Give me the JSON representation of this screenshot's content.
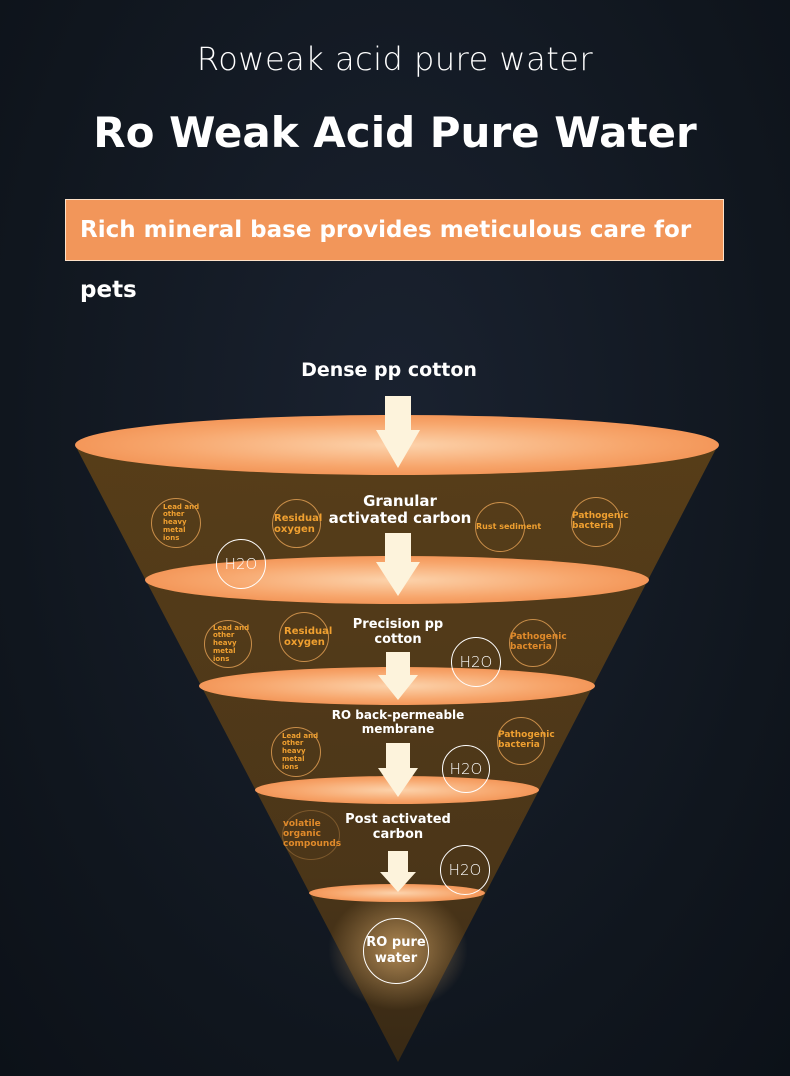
{
  "header": {
    "subtitle": "Roweak acid pure water",
    "title": "Ro Weak Acid Pure Water",
    "banner": "Rich mineral base provides meticulous care for pets"
  },
  "stages": [
    "Dense pp cotton",
    "Granular activated carbon",
    "Precision pp cotton",
    "RO back-permeable membrane",
    "Post activated carbon"
  ],
  "impurities": {
    "lead": "Lead and other heavy metal ions",
    "oxygen": "Residual oxygen",
    "rust": "Rust sediment",
    "bacteria": "Pathogenic bacteria",
    "voc": "volatile organic compounds"
  },
  "h2o_label": "H2O",
  "result": "RO pure water",
  "colors": {
    "accent": "#f2965a",
    "impurity_text": "#f0a030",
    "funnel": "#4a3518"
  }
}
